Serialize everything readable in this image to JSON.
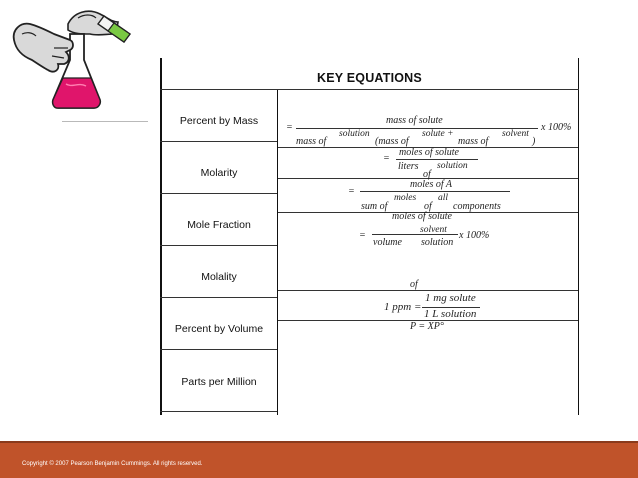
{
  "slide": {
    "title": "KEY EQUATIONS",
    "rows": [
      {
        "label": "Percent by Mass"
      },
      {
        "label": "Molarity"
      },
      {
        "label": "Mole Fraction"
      },
      {
        "label": "Molality"
      },
      {
        "label": "Percent by Volume"
      },
      {
        "label": "Parts per Million"
      }
    ],
    "equations": {
      "pbm_eq": "=",
      "pbm_num": "mass of solute",
      "pbm_den_a": "mass of",
      "pbm_sup_a": "solution",
      "pbm_den_b": "(mass of",
      "pbm_sup_b": "solute +",
      "pbm_den_c": "mass of",
      "pbm_sup_c": "solvent",
      "pbm_close": ")",
      "pbm_tail": "x 100%",
      "mol_eq": "=",
      "mol_num": "moles of solute",
      "mol_den": "liters",
      "mol_sup": "solution",
      "mol_of": "of",
      "mf_num": "moles of A",
      "mf_eq": "=",
      "mf_den_a": "sum of",
      "mf_sup_a": "moles",
      "mf_den_b": "of",
      "mf_sup_b": "all",
      "mf_den_c": "components",
      "mm_num": "moles of solute",
      "mm_sup": "solvent",
      "mm_eq": "=",
      "mm_den_a": "volume",
      "mm_den_b": "solution",
      "mm_tail": "x 100%",
      "ppm_of": "of",
      "ppm_lhs": "1 ppm =",
      "ppm_num": "1 mg solute",
      "ppm_den": "1 L  solution",
      "raoult": "P = XP°"
    }
  },
  "footer": {
    "copyright": "Copyright © 2007 Pearson Benjamin Cummings.  All rights reserved."
  },
  "colors": {
    "footer_bar": "#c0532a",
    "flask_liquid": "#e0156b",
    "tube_liquid": "#7ac943"
  }
}
